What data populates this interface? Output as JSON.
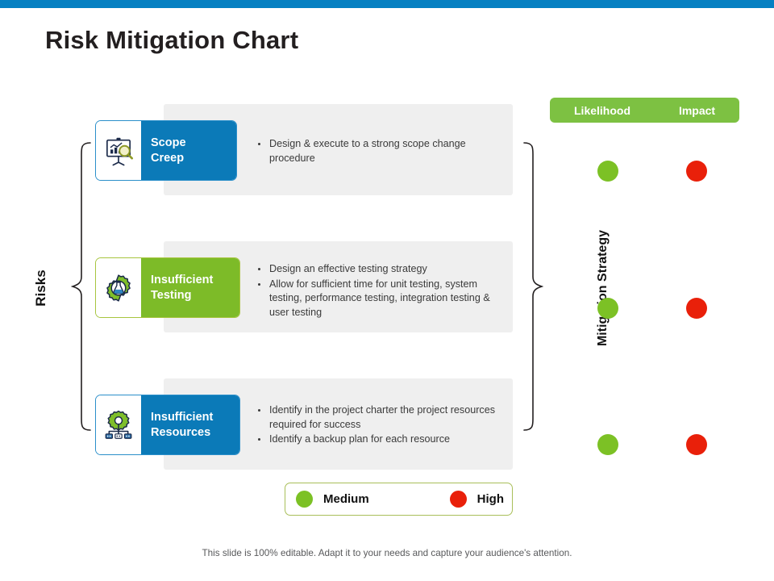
{
  "slide": {
    "title": "Risk Mitigation Chart",
    "accent_blue": "#0680c2",
    "accent_green": "#7dc142",
    "dot_green": "#7cc125",
    "dot_red": "#e9200a",
    "panel_gray": "#efefef"
  },
  "axes": {
    "left_label": "Risks",
    "right_label": "Mitigation Strategy"
  },
  "rating_header": {
    "likelihood": "Likelihood",
    "impact": "Impact"
  },
  "rows": [
    {
      "id": "scope-creep",
      "label": "Scope Creep",
      "label_line1": "Scope",
      "label_line2": "Creep",
      "icon": "presentation-chart-search-icon",
      "theme": "blue",
      "bullets": [
        "Design & execute to a strong scope change procedure"
      ],
      "likelihood": "Medium",
      "impact": "High"
    },
    {
      "id": "insufficient-testing",
      "label": "Insufficient Testing",
      "label_line1": "Insufficient",
      "label_line2": "Testing",
      "icon": "gear-flask-icon",
      "theme": "green",
      "bullets": [
        "Design an effective testing strategy",
        "Allow for sufficient time for unit testing, system testing, performance testing, integration testing & user testing"
      ],
      "likelihood": "Medium",
      "impact": "High"
    },
    {
      "id": "insufficient-resources",
      "label": "Insufficient Resources",
      "label_line1": "Insufficient",
      "label_line2": "Resources",
      "icon": "gear-network-icon",
      "theme": "blue",
      "bullets": [
        "Identify in the project charter the project resources required for success",
        "Identify a backup plan for each resource"
      ],
      "likelihood": "Medium",
      "impact": "High"
    }
  ],
  "legend": [
    {
      "label": "Medium",
      "color": "#7cc125"
    },
    {
      "label": "High",
      "color": "#e9200a"
    }
  ],
  "footer": "This slide is 100% editable. Adapt it to your needs and capture your audience's attention."
}
